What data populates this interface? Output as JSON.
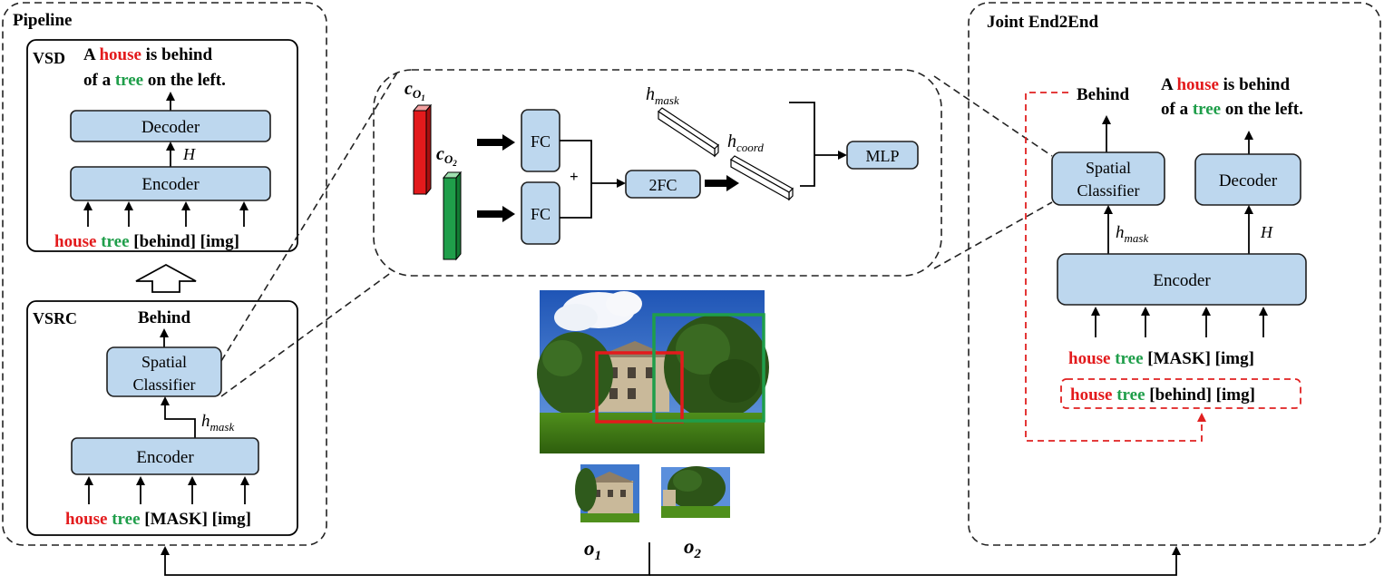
{
  "colors": {
    "red": "#e31a1c",
    "green": "#1f9e4a",
    "box_fill": "#bdd7ee"
  },
  "pipeline": {
    "title": "Pipeline",
    "vsd": {
      "label": "VSD",
      "output_a": "A ",
      "output_house": "house",
      "output_b": " is behind",
      "output_c": "of a ",
      "output_tree": "tree",
      "output_d": " on the left.",
      "decoder": "Decoder",
      "hidden": "H",
      "encoder": "Encoder",
      "input_house": "house",
      "input_tree": "tree",
      "input_rest": "[behind] [img]"
    },
    "vsrc": {
      "label": "VSRC",
      "output": "Behind",
      "classifier_line1": "Spatial",
      "classifier_line2": "Classifier",
      "h": "h",
      "h_sub": "mask",
      "encoder": "Encoder",
      "input_house": "house",
      "input_tree": "tree",
      "input_rest": "[MASK] [img]"
    }
  },
  "classifier_detail": {
    "c": "c",
    "o": "O",
    "sub1": "1",
    "sub2": "2",
    "fc1": "FC",
    "fc2": "FC",
    "plus": "+",
    "fc_combined": "2FC",
    "h": "h",
    "h_mask_sub": "mask",
    "h_coord_sub": "coord",
    "mlp": "MLP"
  },
  "image": {
    "o": "o",
    "o1_sub": "1",
    "o2_sub": "2"
  },
  "joint": {
    "title": "Joint End2End",
    "output_spatial": "Behind",
    "output_a": "A ",
    "output_house": "house",
    "output_b": " is behind",
    "output_c": "of a ",
    "output_tree": "tree",
    "output_d": " on the left.",
    "classifier_line1": "Spatial",
    "classifier_line2": "Classifier",
    "decoder": "Decoder",
    "h": "h",
    "h_sub": "mask",
    "hidden": "H",
    "encoder": "Encoder",
    "input1_house": "house",
    "input1_tree": "tree",
    "input1_rest": "[MASK] [img]",
    "input2_house": "house",
    "input2_tree": "tree",
    "input2_rest": "[behind] [img]"
  }
}
